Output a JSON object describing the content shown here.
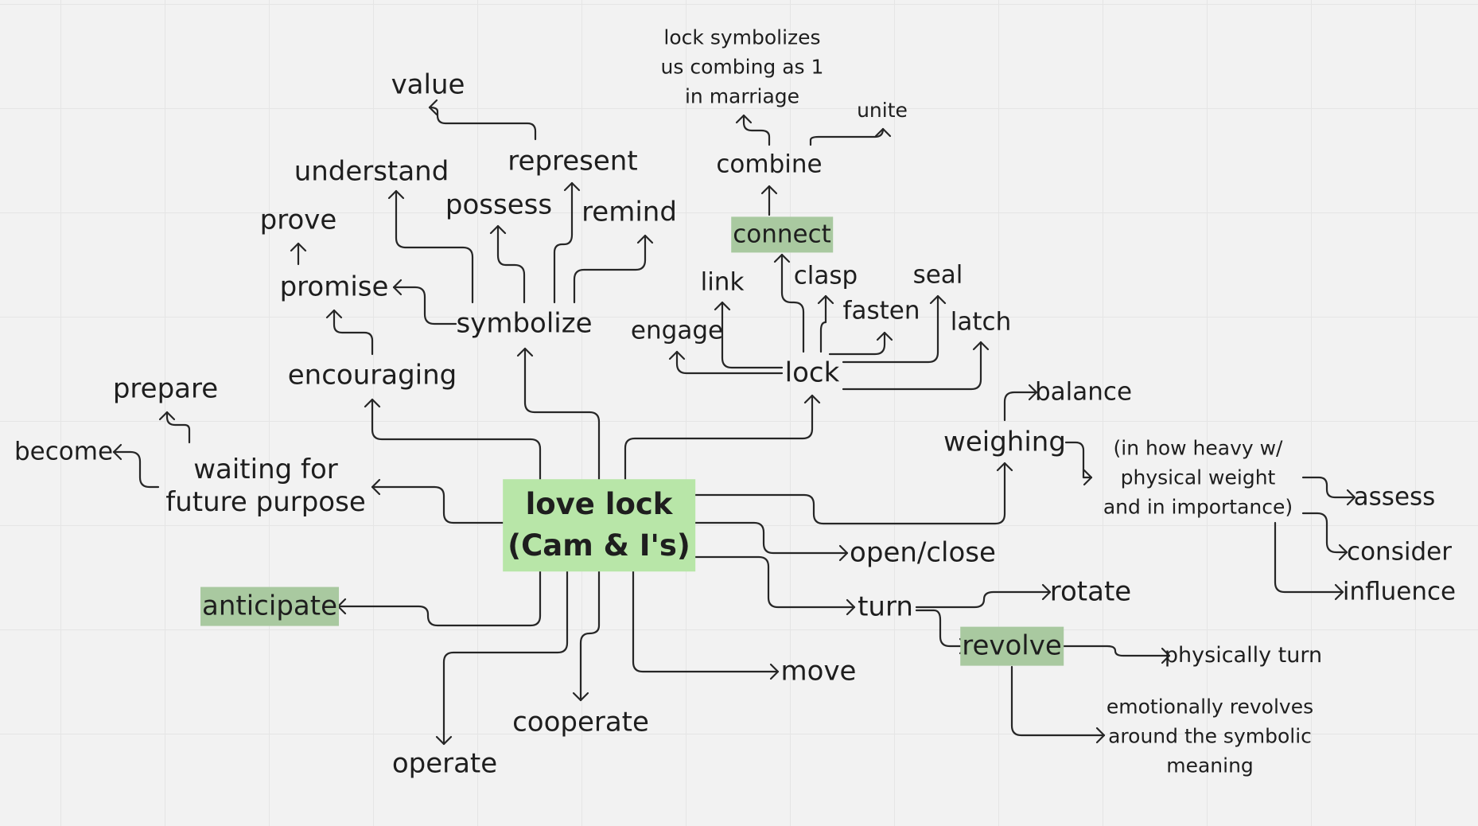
{
  "center_node": {
    "line1": "love lock",
    "line2": "(Cam & I's)",
    "color": "#b8e6a8"
  },
  "highlight_color": "#a9c9a0",
  "nodes": {
    "value": "value",
    "represent": "represent",
    "understand": "understand",
    "possess": "possess",
    "remind": "remind",
    "prove": "prove",
    "promise": "promise",
    "symbolize": "symbolize",
    "encouraging": "encouraging",
    "prepare": "prepare",
    "become": "become",
    "waiting_line1": "waiting for",
    "waiting_line2": "future purpose",
    "anticipate": "anticipate",
    "operate": "operate",
    "cooperate": "cooperate",
    "move": "move",
    "lock_note": "lock symbolizes us combing as 1 in marriage",
    "combine": "combine",
    "unite": "unite",
    "connect": "connect",
    "link": "link",
    "clasp": "clasp",
    "seal": "seal",
    "fasten": "fasten",
    "latch": "latch",
    "engage": "engage",
    "lock": "lock",
    "balance": "balance",
    "weighing": "weighing",
    "weighing_note": "(in how heavy w/ physical weight and in importance)",
    "assess": "assess",
    "consider": "consider",
    "influence": "influence",
    "open_close": "open/close",
    "turn": "turn",
    "rotate": "rotate",
    "revolve": "revolve",
    "physically_turn": "physically turn",
    "revolve_note": "emotionally revolves around the symbolic meaning"
  }
}
